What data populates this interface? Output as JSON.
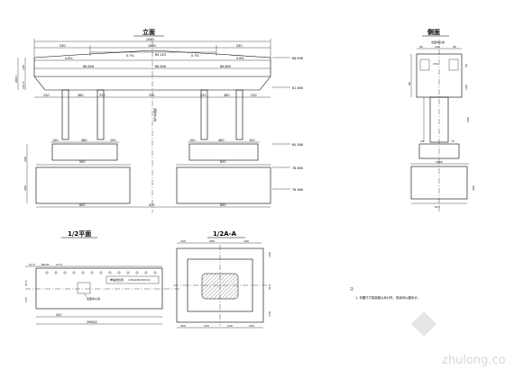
{
  "titles": {
    "elevation": "立面",
    "side": "侧面",
    "half_plan": "1/2平面",
    "section": "1/2A-A"
  },
  "elevation": {
    "top_dims": [
      "2060",
      "530",
      "1000",
      "530"
    ],
    "deck_slopes": [
      "0.8%",
      "0.7%",
      "89.143",
      "0.7%",
      "0.8%"
    ],
    "deck_levels": [
      "86.648",
      "86.946",
      "86.889"
    ],
    "left_dims": [
      "288.5",
      "100",
      "167.5"
    ],
    "cap_dims": [
      "220",
      "380",
      "220",
      "320",
      "220",
      "380",
      "220"
    ],
    "center_note": "道路中心线",
    "footing_dims": [
      "100",
      "480",
      "100",
      "100",
      "480",
      "100"
    ],
    "pile_dims": [
      "500",
      "620"
    ],
    "lower_dims": [
      "800",
      "420",
      "800"
    ],
    "left_heights": [
      "200",
      "300"
    ],
    "elevations": [
      "88.996",
      "81.366",
      "80.366",
      "78.366",
      "76.366"
    ]
  },
  "side": {
    "note": "支座中心线",
    "dims": [
      "45",
      "120",
      "45",
      "234",
      "90",
      "30",
      "160",
      "70",
      "70",
      "1000",
      "510"
    ],
    "right_dims": [
      "500",
      "300"
    ]
  },
  "half_plan": {
    "dims": [
      "17.5",
      "86.87",
      "17.5",
      "47.5",
      "175"
    ],
    "label_pipe": "伸缩缝位置",
    "pipe_size": "170x130x50mm",
    "label_bearing": "支座中心线",
    "bottom_dims": [
      "420",
      "2060/2"
    ]
  },
  "section": {
    "top_dims": [
      "100",
      "280",
      "100"
    ],
    "right_dims": [
      "100",
      "210",
      "150"
    ],
    "bottom_dims": [
      "420",
      "120",
      "120",
      "100"
    ]
  },
  "notes": {
    "heading": "注:",
    "line1": "1. 本图尺寸除高程以米计外，其余均以厘米计。"
  },
  "watermark": "zhulong.com"
}
